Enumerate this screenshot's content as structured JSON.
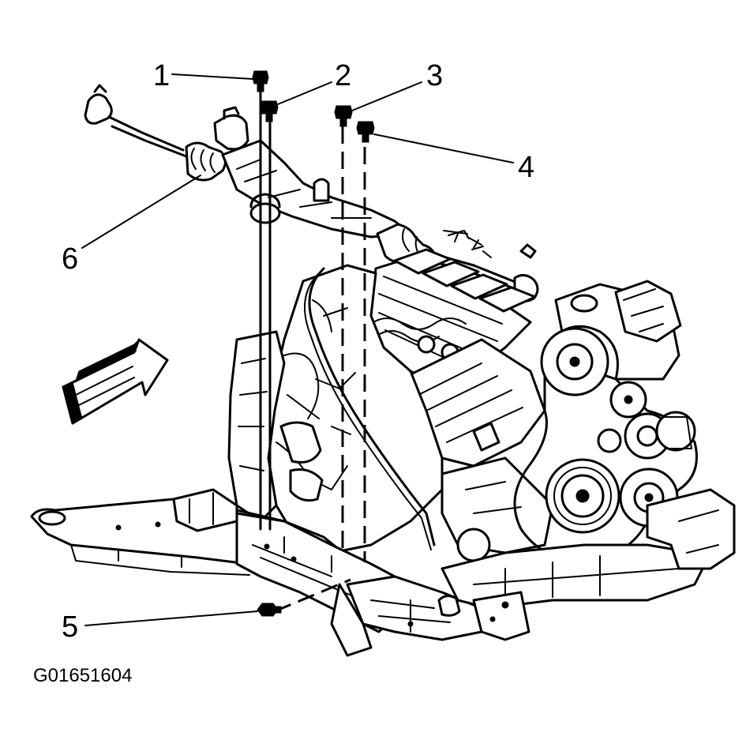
{
  "callouts": [
    {
      "id": "1",
      "label": "1"
    },
    {
      "id": "2",
      "label": "2"
    },
    {
      "id": "3",
      "label": "3"
    },
    {
      "id": "4",
      "label": "4"
    },
    {
      "id": "5",
      "label": "5"
    },
    {
      "id": "6",
      "label": "6"
    }
  ],
  "figure_id": "G01651604",
  "icons": {
    "direction_arrow": "front-direction-arrow-icon"
  }
}
